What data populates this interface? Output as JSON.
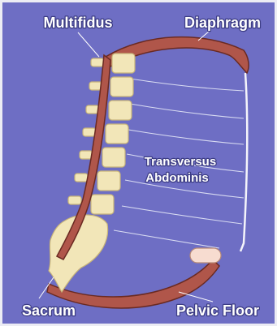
{
  "labels": {
    "multifidus": "Multifidus",
    "diaphragm": "Diaphragm",
    "transversus_line1": "Transversus",
    "transversus_line2": "Abdominis",
    "sacrum": "Sacrum",
    "pelvic_floor": "Pelvic Floor"
  },
  "colors": {
    "background": "#6e6ec4",
    "frame_border": "#d8d8e8",
    "muscle": "#b0564a",
    "muscle_edge": "#6a2a22",
    "bone": "#f2e6b8",
    "bone_edge": "#c7b47a",
    "fascia_line": "#d9dcf2",
    "pelvic_pad": "#f7dcd0",
    "text": "#ffffff"
  }
}
